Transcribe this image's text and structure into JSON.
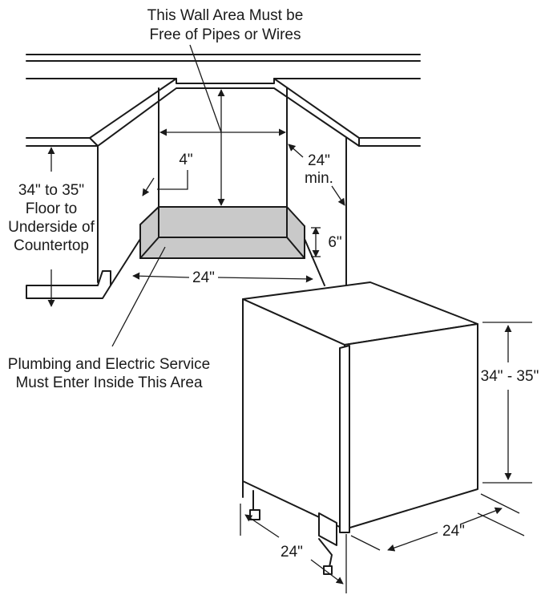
{
  "labels": {
    "wall_area_line1": "This Wall Area Must be",
    "wall_area_line2": "Free of Pipes or Wires",
    "floor_line1": "34\" to 35\"",
    "floor_line2": "Floor to",
    "floor_line3": "Underside of",
    "floor_line4": "Countertop",
    "opening_depth": "24\"",
    "opening_depth_min": "min.",
    "four_inch": "4\"",
    "six_inch": "6\"",
    "opening_width": "24\"",
    "service_line1": "Plumbing and Electric Service",
    "service_line2": "Must Enter Inside This Area",
    "height": "34\" - 35\"",
    "dw_width": "24\"",
    "dw_depth": "24\""
  },
  "colors": {
    "line": "#1a1a1a",
    "service_area": "#c9c9c9",
    "background": "#ffffff"
  }
}
